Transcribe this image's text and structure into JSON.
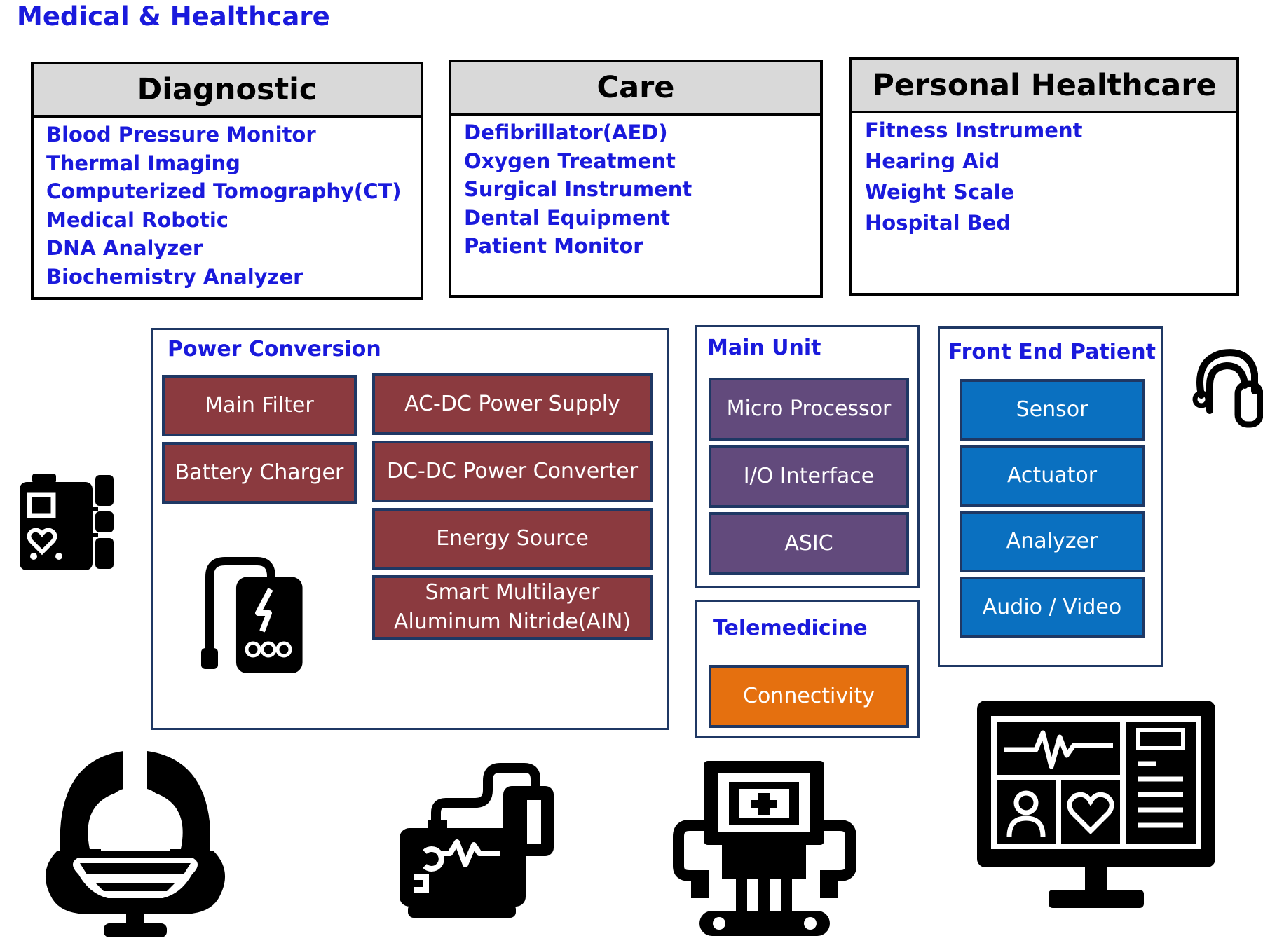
{
  "title": "Medical & Healthcare",
  "categories": [
    {
      "heading": "Diagnostic",
      "items": [
        "Blood Pressure Monitor",
        "Thermal Imaging",
        "Computerized Tomography(CT)",
        "Medical Robotic",
        "DNA Analyzer",
        "Biochemistry Analyzer"
      ]
    },
    {
      "heading": "Care",
      "items": [
        "Defibrillator(AED)",
        "Oxygen Treatment",
        "Surgical Instrument",
        "Dental Equipment",
        "Patient Monitor"
      ]
    },
    {
      "heading": "Personal Healthcare",
      "items": [
        "Fitness Instrument",
        "Hearing Aid",
        "Weight Scale",
        "Hospital Bed"
      ]
    }
  ],
  "power_conversion": {
    "label": "Power Conversion",
    "blocks": [
      "Main Filter",
      "Battery Charger",
      "AC-DC Power Supply",
      "DC-DC Power Converter",
      "Energy Source"
    ],
    "smart_block": [
      "Smart Multilayer",
      "Aluminum Nitride(AIN)"
    ]
  },
  "main_unit": {
    "label": "Main Unit",
    "blocks": [
      "Micro Processor",
      "I/O Interface",
      "ASIC"
    ]
  },
  "telemedicine": {
    "label": "Telemedicine",
    "blocks": [
      "Connectivity"
    ]
  },
  "front_end": {
    "label": "Front End Patient",
    "blocks": [
      "Sensor",
      "Actuator",
      "Analyzer",
      "Audio / Video"
    ]
  },
  "colors": {
    "title_blue": "#1a1adc",
    "power_red": "#8b3a3f",
    "main_purple": "#624a7c",
    "front_blue": "#0a70c0",
    "tele_orange": "#e5700f",
    "border_navy": "#1f3864"
  },
  "icons": [
    "hearing-aid-icon",
    "wearable-monitor-icon",
    "battery-pack-icon",
    "ct-scanner-icon",
    "defibrillator-icon",
    "medical-robot-icon",
    "telemedicine-monitor-icon"
  ]
}
